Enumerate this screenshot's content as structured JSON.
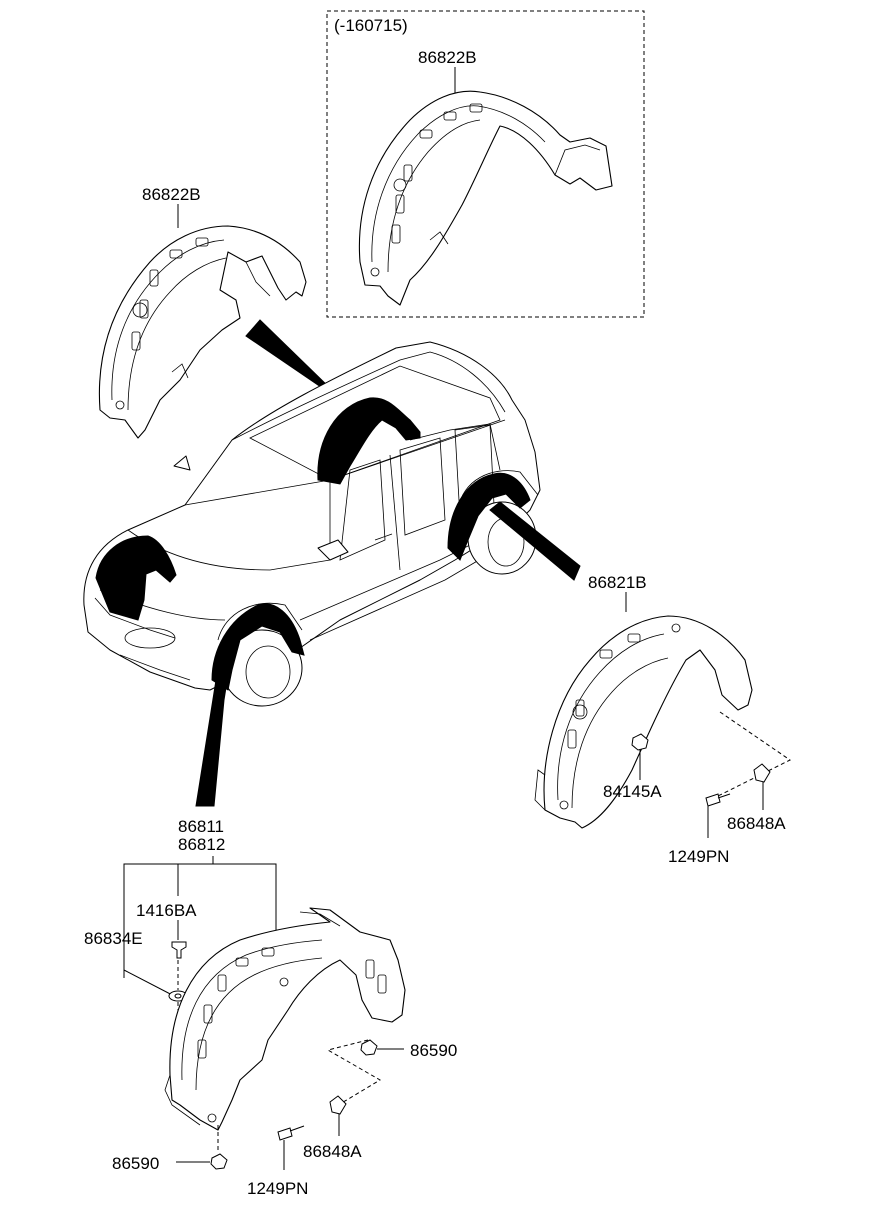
{
  "callouts": {
    "date_variant": "(-160715)",
    "variant_front_upper": "86822B",
    "front_upper": "86822B",
    "rear_guard": "86821B",
    "nut_84145a": "84145A",
    "clip_86848a_rear": "86848A",
    "screw_1249pn_rear": "1249PN",
    "front_guard_1": "86811",
    "front_guard_2": "86812",
    "bolt_1416ba": "1416BA",
    "washer_86834e": "86834E",
    "nut_86590_right": "86590",
    "clip_86848a_front": "86848A",
    "nut_86590_bottom": "86590",
    "screw_1249pn_front": "1249PN"
  }
}
